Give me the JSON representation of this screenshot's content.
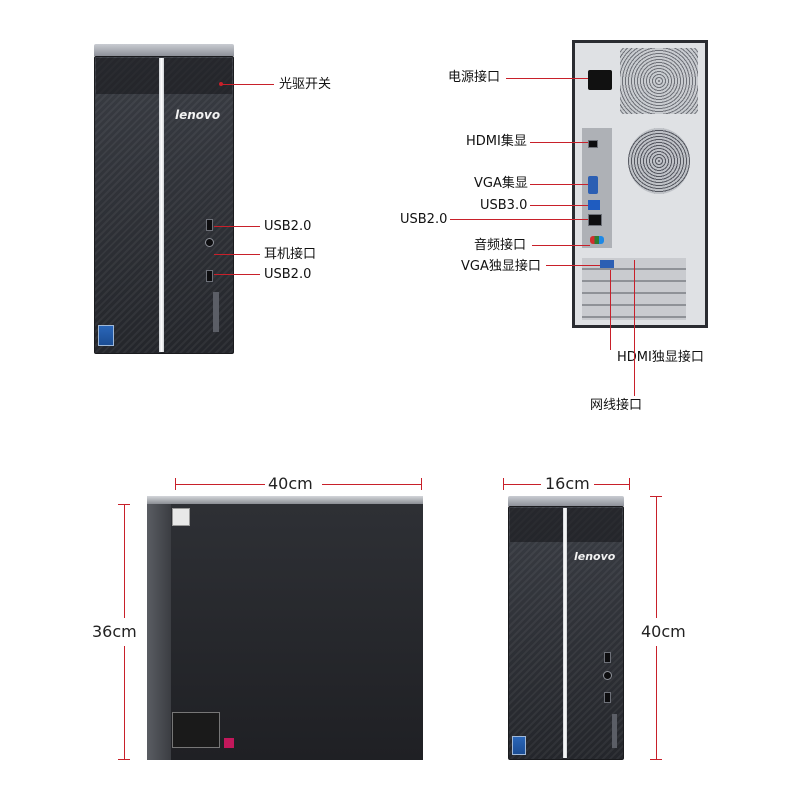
{
  "front_view": {
    "brand": "lenovo",
    "labels": {
      "optical_drive_switch": "光驱开关",
      "usb_top": "USB2.0",
      "headphone_port": "耳机接口",
      "usb_bottom": "USB2.0"
    }
  },
  "rear_view": {
    "labels": {
      "power_port": "电源接口",
      "hdmi_integrated": "HDMI集显",
      "vga_integrated": "VGA集显",
      "usb3": "USB3.0",
      "usb2": "USB2.0",
      "audio_port": "音频接口",
      "vga_discrete": "VGA独显接口",
      "hdmi_discrete": "HDMI独显接口",
      "network_port": "网线接口"
    }
  },
  "side_view": {
    "width_label": "40cm",
    "height_label": "36cm"
  },
  "front_dimensions": {
    "brand": "lenovo",
    "width_label": "16cm",
    "height_label": "40cm"
  },
  "colors": {
    "leader_line": "#c8202a",
    "chassis": "#2a2c31",
    "background": "#ffffff"
  }
}
